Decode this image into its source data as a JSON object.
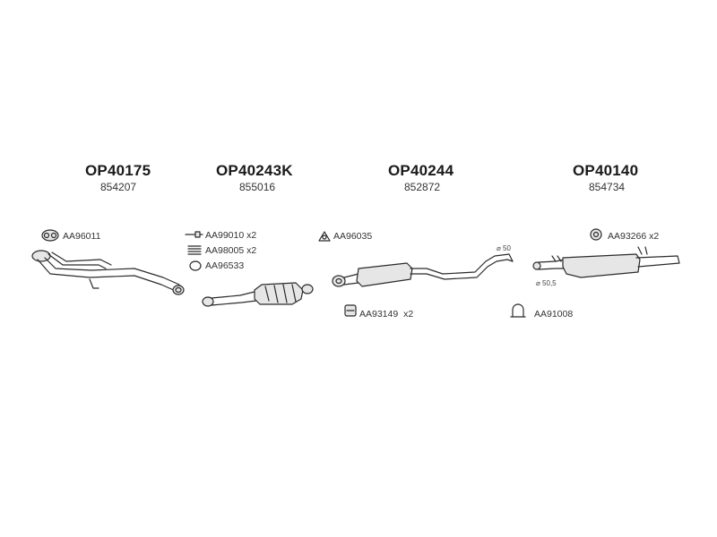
{
  "groups": [
    {
      "code": "OP40175",
      "ref": "854207",
      "parts": [
        {
          "label": "AA96011",
          "qty": ""
        }
      ]
    },
    {
      "code": "OP40243K",
      "ref": "855016",
      "parts": [
        {
          "label": "AA99010",
          "qty": "x2"
        },
        {
          "label": "AA98005",
          "qty": "x2"
        },
        {
          "label": "AA96533",
          "qty": ""
        }
      ]
    },
    {
      "code": "OP40244",
      "ref": "852872",
      "parts": [
        {
          "label": "AA96035",
          "qty": ""
        },
        {
          "label": "AA93149",
          "qty": "x2"
        }
      ],
      "diameter": "⌀ 50"
    },
    {
      "code": "OP40140",
      "ref": "854734",
      "parts": [
        {
          "label": "AA93266",
          "qty": "x2"
        },
        {
          "label": "AA91008",
          "qty": ""
        }
      ],
      "diameter": "⌀ 50,5"
    }
  ],
  "colors": {
    "line": "#2b2b2b",
    "fill": "#e6e6e6",
    "text": "#1a1a1a"
  }
}
